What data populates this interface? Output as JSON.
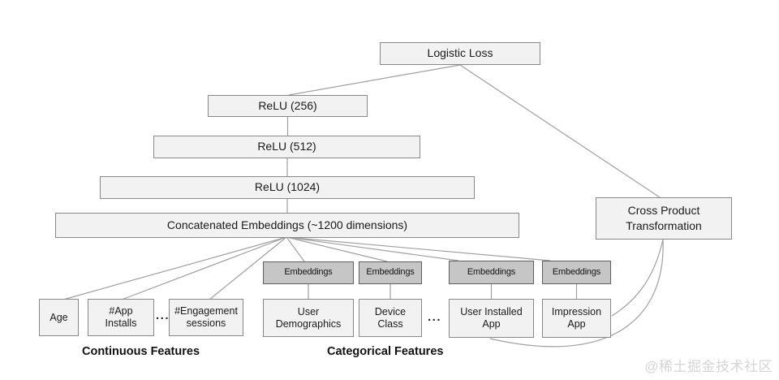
{
  "diagram": {
    "nodes": {
      "logistic_loss": "Logistic Loss",
      "relu_256": "ReLU (256)",
      "relu_512": "ReLU (512)",
      "relu_1024": "ReLU (1024)",
      "concat": "Concatenated Embeddings (~1200 dimensions)",
      "cross_product": "Cross Product\nTransformation"
    },
    "embedding_boxes": [
      {
        "label": "Embeddings"
      },
      {
        "label": "Embeddings"
      },
      {
        "label": "Embeddings"
      },
      {
        "label": "Embeddings"
      }
    ],
    "features": {
      "age": "Age",
      "app_installs": "#App\nInstalls",
      "engagement_sessions": "#Engagement\nsessions",
      "user_demographics": "User\nDemographics",
      "device_class": "Device\nClass",
      "user_installed_app": "User Installed\nApp",
      "impression_app": "Impression\nApp"
    },
    "ellipsis_continuous": "...",
    "ellipsis_categorical": "...",
    "group_labels": {
      "continuous": "Continuous Features",
      "categorical": "Categorical Features"
    },
    "watermark": "@稀土掘金技术社区",
    "colors": {
      "box_fill": "#f2f2f2",
      "box_border": "#888888",
      "embedding_fill": "#c6c6c6",
      "embedding_border": "#5f5f5f",
      "edge_line": "#a0a0a0",
      "text": "#1a1a1a",
      "watermark": "#d5d5d5"
    }
  }
}
